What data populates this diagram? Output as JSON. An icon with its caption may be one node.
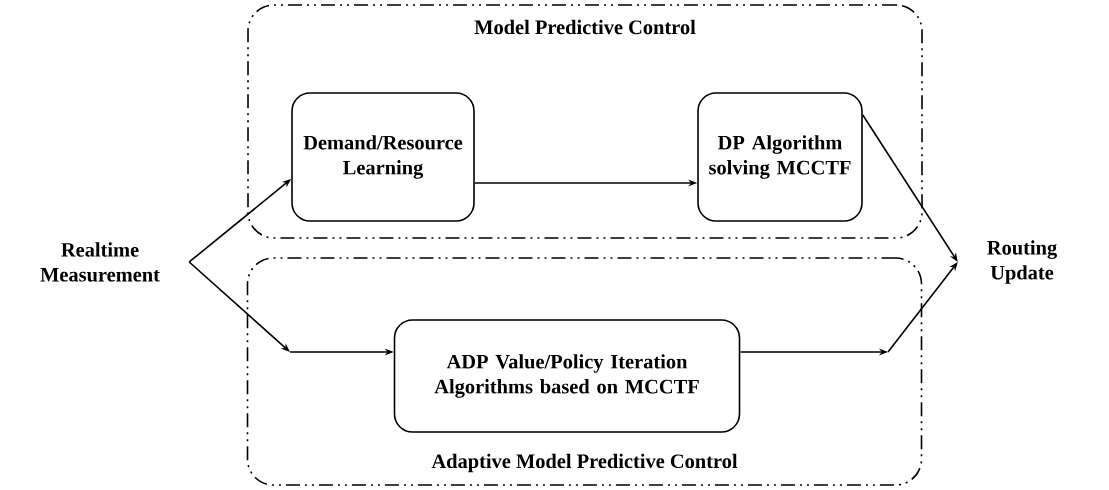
{
  "diagram": {
    "nodes": [
      {
        "text": [
          "Model Predictive Control"
        ]
      },
      {
        "text": [
          "Demand/Resource Learning"
        ],
        "in": 0
      },
      {
        "text": [
          "DP Algorithm solving MCCTF"
        ],
        "in": 0
      },
      {
        "text": [
          "Adaptive Model Predictive Control"
        ]
      },
      {
        "text": [
          "ADP Value/Policy Iteration Algorithms based on MCCTF"
        ],
        "in": 3
      },
      {
        "text": [
          "Realtime Measurement"
        ]
      },
      {
        "text": [
          "Routing Update"
        ]
      }
    ],
    "edges": [
      {
        "from": 5,
        "to": 1,
        "arrow": "to"
      },
      {
        "from": 1,
        "to": 2,
        "arrow": "to"
      },
      {
        "from": 2,
        "to": 6,
        "arrow": "to"
      },
      {
        "from": 5,
        "to": 4,
        "arrow": "to"
      },
      {
        "from": 4,
        "to": 6,
        "arrow": "to"
      }
    ]
  }
}
